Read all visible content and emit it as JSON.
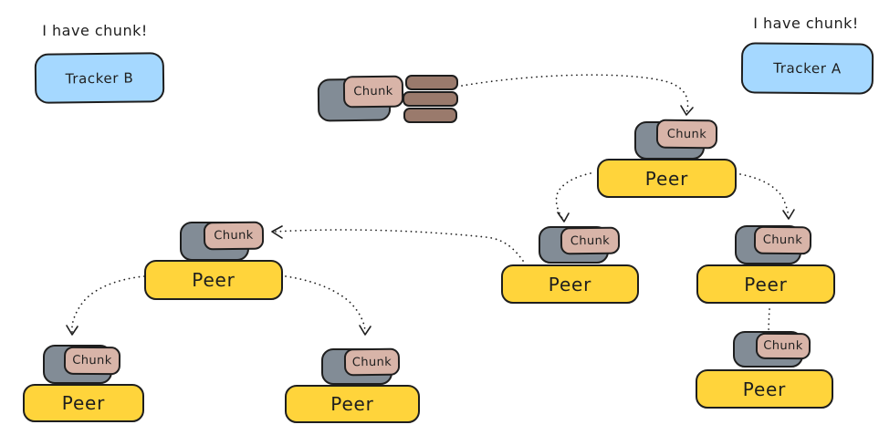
{
  "colors": {
    "background": "#ffffff",
    "stroke": "#1e1e1e",
    "tracker_fill": "#a5d8ff",
    "peer_fill": "#ffd43b",
    "device_fill": "#828c96",
    "chunk_fill": "#d8b4a8",
    "file_fill": "#9a7a6c"
  },
  "callouts": {
    "tracker_b": "I have chunk!",
    "tracker_a": "I have chunk!"
  },
  "trackers": {
    "tracker_b": "Tracker B",
    "tracker_a": "Tracker A"
  },
  "seed": {
    "chunk": "Chunk",
    "file_segments": 3
  },
  "nodes": {
    "peer1": {
      "chunk": "Chunk",
      "peer": "Peer"
    },
    "peer2": {
      "chunk": "Chunk",
      "peer": "Peer"
    },
    "peer3": {
      "chunk": "Chunk",
      "peer": "Peer"
    },
    "peer4": {
      "chunk": "Chunk",
      "peer": "Peer"
    },
    "peer5": {
      "chunk": "Chunk",
      "peer": "Peer"
    },
    "peer6": {
      "chunk": "Chunk",
      "peer": "Peer"
    },
    "peer7": {
      "chunk": "Chunk",
      "peer": "Peer"
    }
  },
  "edges": [
    {
      "from": "seed-file-stack",
      "to": "peer1-chunk",
      "style": "dotted-arrow"
    },
    {
      "from": "peer1",
      "to": "peer2-chunk",
      "style": "dotted-arrow"
    },
    {
      "from": "peer1",
      "to": "peer3-chunk",
      "style": "dotted-arrow"
    },
    {
      "from": "peer2-chunk",
      "to": "peer4-chunk",
      "style": "dotted-arrow"
    },
    {
      "from": "peer4",
      "to": "peer5-chunk",
      "style": "dotted-arrow"
    },
    {
      "from": "peer4",
      "to": "peer6-chunk",
      "style": "dotted-arrow"
    },
    {
      "from": "peer3",
      "to": "peer7-chunk",
      "style": "dotted-arrow"
    }
  ]
}
